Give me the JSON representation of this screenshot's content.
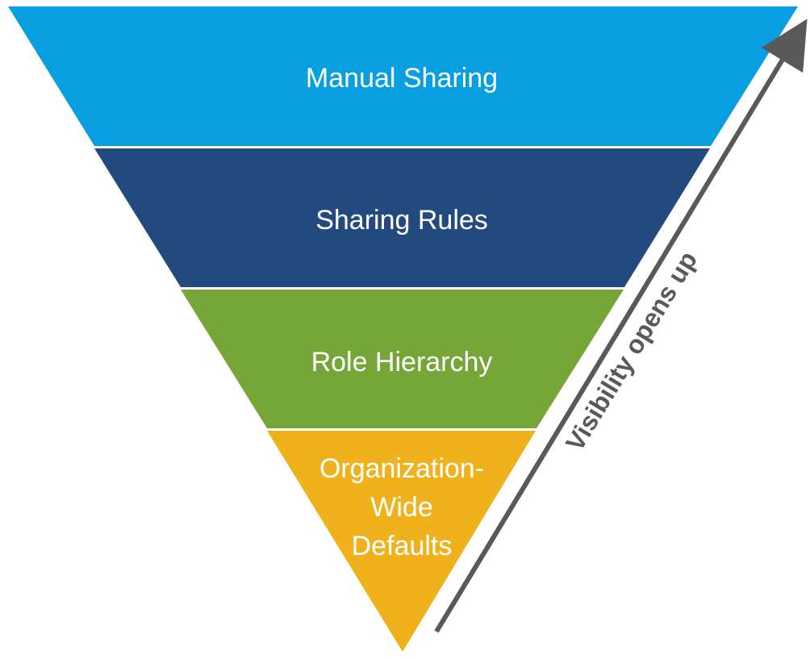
{
  "layers": [
    {
      "label": "Manual Sharing",
      "color": "#079FDF"
    },
    {
      "label": "Sharing Rules",
      "color": "#234A7F"
    },
    {
      "label": "Role Hierarchy",
      "color": "#76A638"
    },
    {
      "label_lines": [
        "Organization-",
        "Wide",
        "Defaults"
      ],
      "color": "#EFB21C"
    }
  ],
  "arrow": {
    "label": "Visibility opens up",
    "color": "#595959"
  }
}
